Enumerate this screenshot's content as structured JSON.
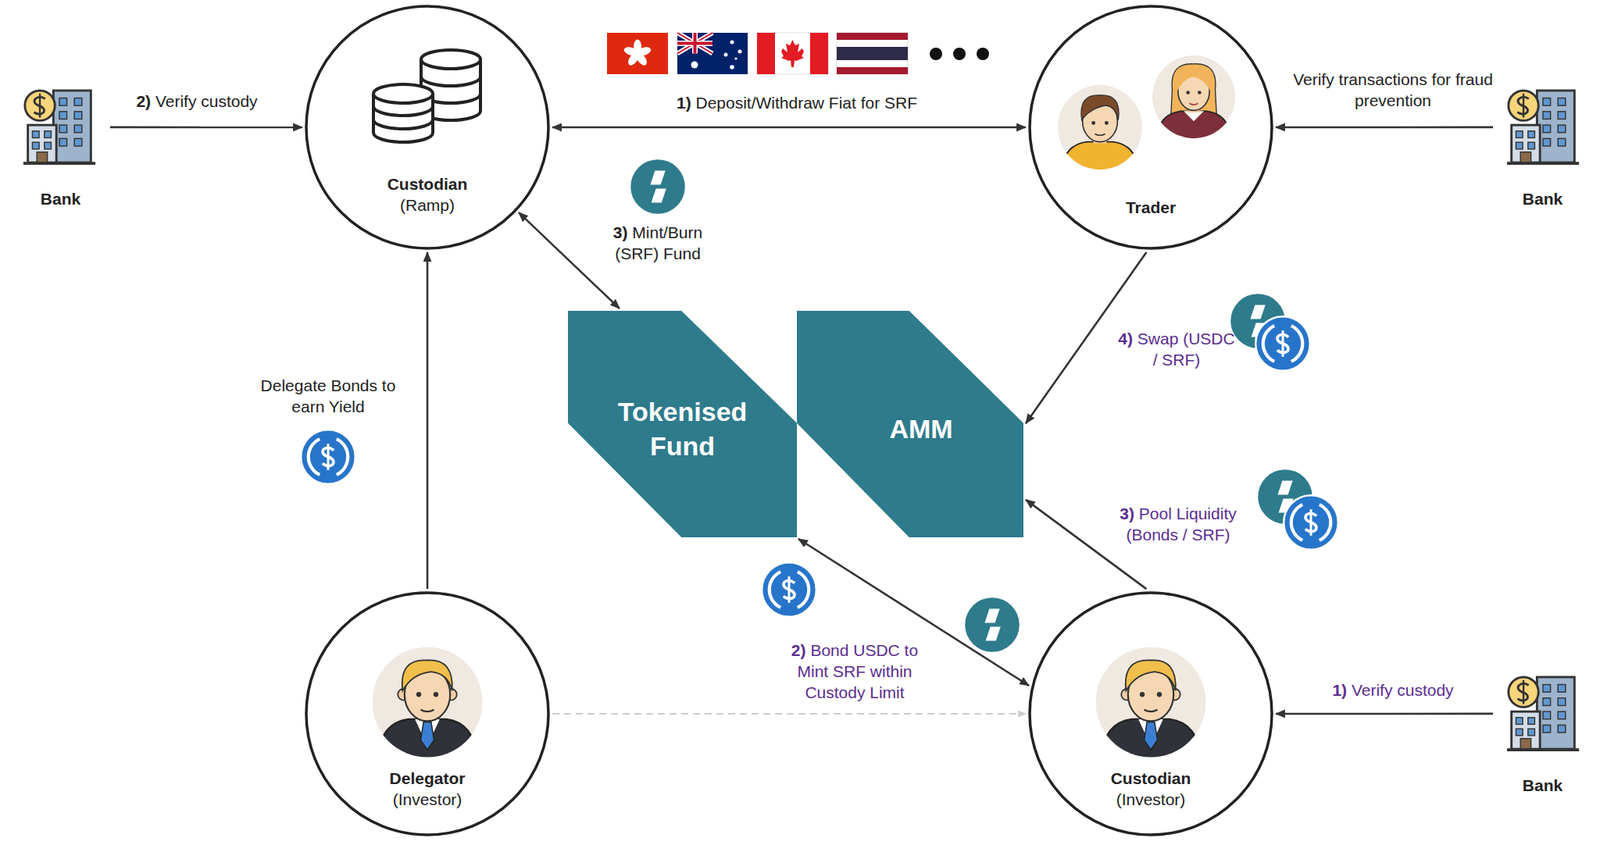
{
  "diagram": {
    "nodes": [
      {
        "text": [
          "Bank"
        ]
      },
      {
        "text": [
          "Custodian",
          "(Ramp)"
        ]
      },
      {
        "text": [
          "Trader"
        ]
      },
      {
        "text": [
          "Bank"
        ]
      },
      {
        "text": [
          "Tokenised Fund"
        ]
      },
      {
        "text": [
          "AMM"
        ]
      },
      {
        "text": [
          "Delegator",
          "(Investor)"
        ]
      },
      {
        "text": [
          "Custodian",
          "(Investor)"
        ]
      },
      {
        "text": [
          "Bank"
        ]
      }
    ],
    "edges": [
      {
        "from": 0,
        "to": 1,
        "arrow": "to",
        "label": "2) Verify custody"
      },
      {
        "from": 1,
        "to": 2,
        "arrow": "both",
        "label": "1) Deposit/Withdraw Fiat for SRF"
      },
      {
        "from": 3,
        "to": 2,
        "arrow": "to",
        "label": "Verify transactions for fraud prevention"
      },
      {
        "from": 1,
        "to": 4,
        "arrow": "both",
        "label": "3) Mint/Burn (SRF) Fund"
      },
      {
        "from": 2,
        "to": 5,
        "arrow": "to",
        "label": "4) Swap (USDC / SRF)"
      },
      {
        "from": 6,
        "to": 1,
        "arrow": "to",
        "label": "Delegate Bonds to earn Yield"
      },
      {
        "from": 7,
        "to": 5,
        "arrow": "to",
        "label": "3) Pool Liquidity (Bonds / SRF)"
      },
      {
        "from": 4,
        "to": 7,
        "arrow": "both",
        "label": "2) Bond USDC to Mint SRF within Custody Limit"
      },
      {
        "from": 6,
        "to": 7,
        "arrow": "to"
      },
      {
        "from": 8,
        "to": 7,
        "arrow": "to",
        "label": "1) Verify custody"
      }
    ]
  }
}
